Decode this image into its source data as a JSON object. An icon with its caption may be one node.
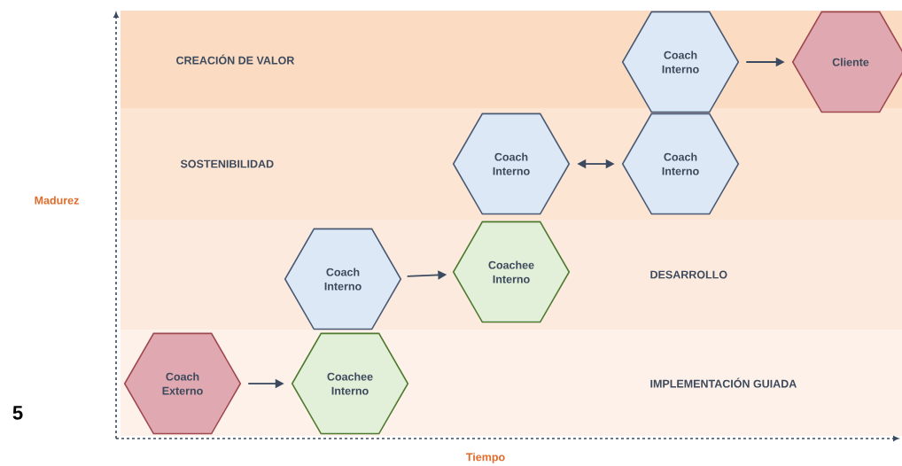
{
  "diagram": {
    "nodes": [
      {
        "text": [
          "CREACIÓN DE VALOR"
        ]
      },
      {
        "text": [
          "Coach Interno"
        ],
        "in": 0
      },
      {
        "text": [
          "Cliente"
        ],
        "in": 0
      },
      {
        "text": [
          "SOSTENIBILIDAD"
        ]
      },
      {
        "text": [
          "Coach Interno"
        ],
        "in": 3
      },
      {
        "text": [
          "Coach Interno"
        ],
        "in": 3
      },
      {
        "text": [
          "DESARROLLO"
        ]
      },
      {
        "text": [
          "Coach Interno"
        ],
        "in": 6
      },
      {
        "text": [
          "Coachee Interno"
        ],
        "in": 6
      },
      {
        "text": [
          "IMPLEMENTACIÓN GUIADA"
        ]
      },
      {
        "text": [
          "Coach Externo"
        ],
        "in": 9
      },
      {
        "text": [
          "Coachee Interno"
        ],
        "in": 9
      }
    ],
    "edges": [
      {
        "from": 1,
        "to": 2,
        "arrow": "to"
      },
      {
        "from": 4,
        "to": 5,
        "arrow": "both"
      },
      {
        "from": 7,
        "to": 8,
        "arrow": "to"
      },
      {
        "from": 10,
        "to": 11,
        "arrow": "to"
      }
    ],
    "labels": [
      "Madurez",
      "Tiempo",
      "5"
    ]
  }
}
